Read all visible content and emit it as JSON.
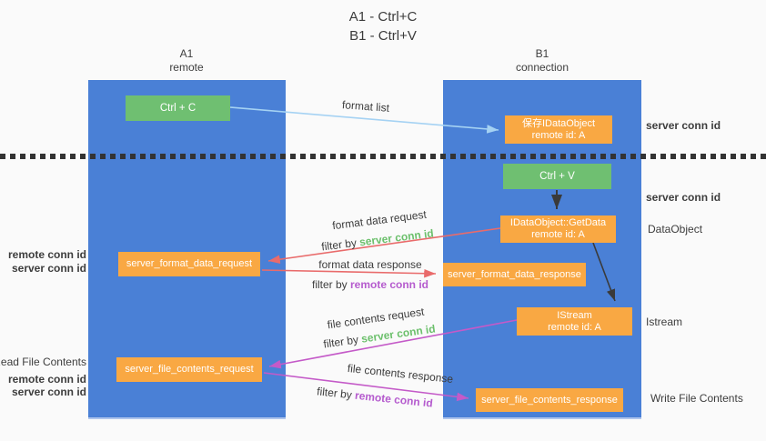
{
  "title": {
    "line1": "A1 - Ctrl+C",
    "line2": "B1 - Ctrl+V"
  },
  "columns": {
    "a": {
      "name": "A1",
      "role": "remote"
    },
    "b": {
      "name": "B1",
      "role": "connection"
    }
  },
  "nodes": {
    "ctrl_c": "Ctrl + C",
    "ctrl_v": "Ctrl + V",
    "save_idataobject": {
      "line1": "保存IDataObject",
      "line2": "remote id: A"
    },
    "getdata": {
      "line1": "IDataObject::GetData",
      "line2": "remote id: A"
    },
    "istream": {
      "line1": "IStream",
      "line2": "remote id: A"
    },
    "format_request": "server_format_data_request",
    "format_response": "server_format_data_response",
    "file_request": "server_file_contents_request",
    "file_response": "server_file_contents_response"
  },
  "arrow_labels": {
    "format_list": "format list",
    "format_data_request": "format data request",
    "format_data_response": "format data response",
    "file_contents_request": "file contents request",
    "file_contents_response": "file contents response",
    "filter_prefix": "filter by ",
    "server_conn_id": "server conn id",
    "remote_conn_id": "remote conn id"
  },
  "side_labels": {
    "right_server_conn_top": "server conn id",
    "right_server_conn_mid": "server conn id",
    "dataobject": "DataObject",
    "istream": "Istream",
    "write_file_contents": "Write File Contents",
    "left_remote_conn_top": "remote conn id",
    "left_server_conn_top": "server conn id",
    "read_file_contents": "Read File Contents",
    "left_remote_conn_bottom": "remote conn id",
    "left_server_conn_bottom": "server conn id"
  },
  "colors": {
    "lifeline_blue": "#4a80d6",
    "action_green": "#6fbf71",
    "message_orange": "#f9a843",
    "arrow_blue": "#a5d2f3",
    "arrow_red": "#e96b6b",
    "arrow_magenta": "#c45ac8",
    "arrow_black": "#3a3a3a",
    "text_green": "#6cc06c",
    "text_purple": "#b55bce"
  }
}
